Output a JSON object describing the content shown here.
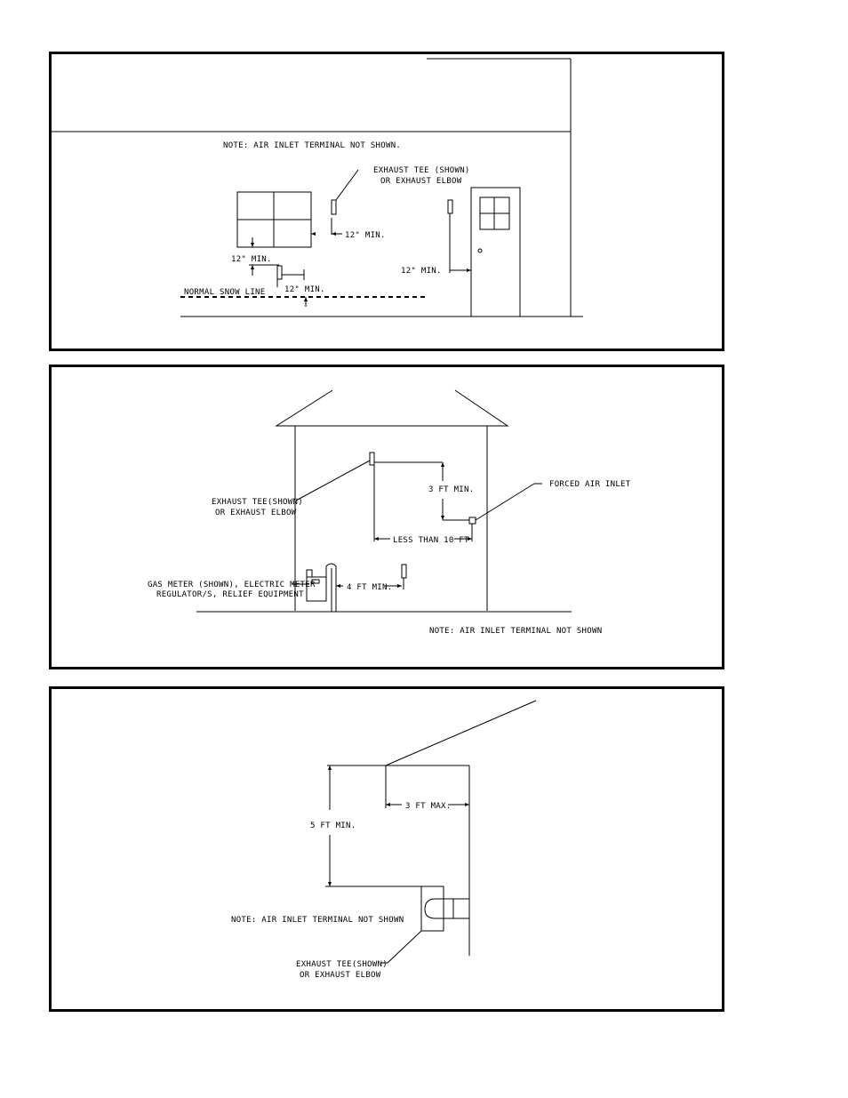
{
  "diagram1": {
    "note": "NOTE: AIR INLET TERMINAL NOT SHOWN.",
    "exhaust_label_1": "EXHAUST TEE (SHOWN)",
    "exhaust_label_2": "OR EXHAUST ELBOW",
    "dim_window_side": "12\" MIN.",
    "dim_window_below": "12\" MIN.",
    "dim_snow": "12\" MIN.",
    "dim_door": "12\" MIN.",
    "snow_line": "NORMAL SNOW LINE"
  },
  "diagram2": {
    "exhaust_label_1": "EXHAUST TEE(SHOWN)",
    "exhaust_label_2": "OR EXHAUST ELBOW",
    "dim_vertical": "3 FT MIN.",
    "forced_air_inlet": "FORCED AIR INLET",
    "dim_horizontal": "LESS THAN 10 FT",
    "meter_label_1": "GAS METER (SHOWN), ELECTRIC METER",
    "meter_label_2": "REGULATOR/S, RELIEF EQUIPMENT",
    "dim_meter": "4 FT MIN.",
    "note": "NOTE: AIR INLET TERMINAL NOT SHOWN"
  },
  "diagram3": {
    "dim_vertical": "5 FT MIN.",
    "dim_horizontal": "3 FT MAX.",
    "note": "NOTE: AIR INLET TERMINAL NOT SHOWN",
    "exhaust_label_1": "EXHAUST TEE(SHOWN)",
    "exhaust_label_2": "OR EXHAUST ELBOW"
  }
}
